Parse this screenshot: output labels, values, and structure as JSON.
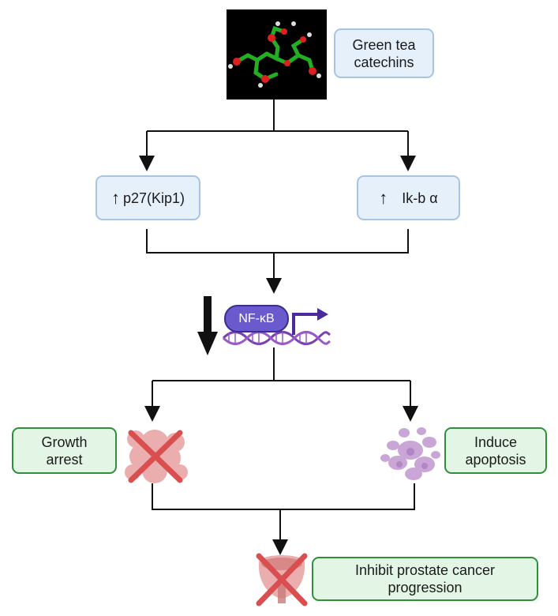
{
  "nodes": {
    "catechins": "Green tea\ncatechins",
    "p27": "p27(Kip1)",
    "ikb": "Ik-b α",
    "nfkb": "NF-κB",
    "growth": "Growth\narrest",
    "apoptosis": "Induce\napoptosis",
    "inhibit": "Inhibit prostate cancer\nprogression"
  },
  "colors": {
    "blue_fill": "#e6f0fb",
    "blue_border": "#a9c4e3",
    "green_fill": "#e3f5e4",
    "green_border": "#2f8f3a",
    "nfkb_fill": "#6a5acd",
    "dna_strand": "#7a3fb0",
    "cross_red": "#d94f4f",
    "cell_red": "#e8a0a0",
    "cell_purple": "#c9a6d6"
  },
  "icons": {
    "molecule": "molecule-3d-model",
    "up_arrow": "up-arrow-icon",
    "down_arrow": "down-arrow-icon",
    "dna": "dna-helix",
    "promoter": "promoter-arrow-icon",
    "cross": "cross-icon",
    "tumor_cell": "tumor-cell",
    "apoptotic_cell": "apoptotic-cell",
    "prostate": "prostate-icon"
  }
}
